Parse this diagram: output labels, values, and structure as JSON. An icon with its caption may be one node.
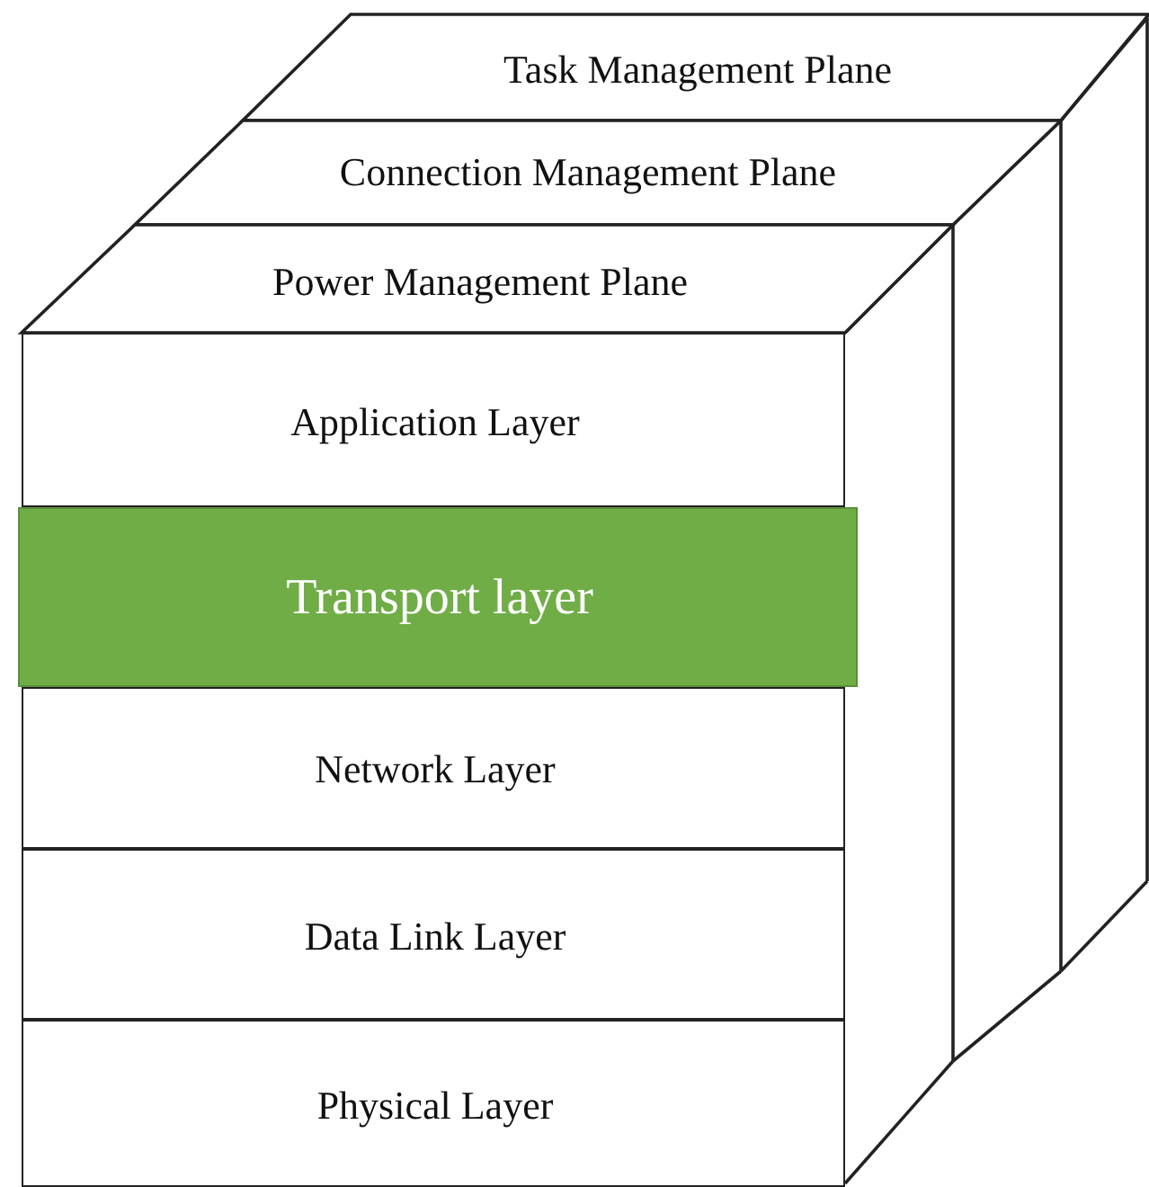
{
  "diagram": {
    "nodes": [
      {
        "text": [
          "Task Management Plane"
        ]
      },
      {
        "text": [
          "Connection Management Plane"
        ]
      },
      {
        "text": [
          "Power Management Plane"
        ]
      },
      {
        "text": [
          "Application Layer"
        ]
      },
      {
        "text": [
          "Transport layer"
        ]
      },
      {
        "text": [
          "Network Layer"
        ]
      },
      {
        "text": [
          "Data Link Layer"
        ]
      },
      {
        "text": [
          "Physical Layer"
        ]
      }
    ]
  }
}
